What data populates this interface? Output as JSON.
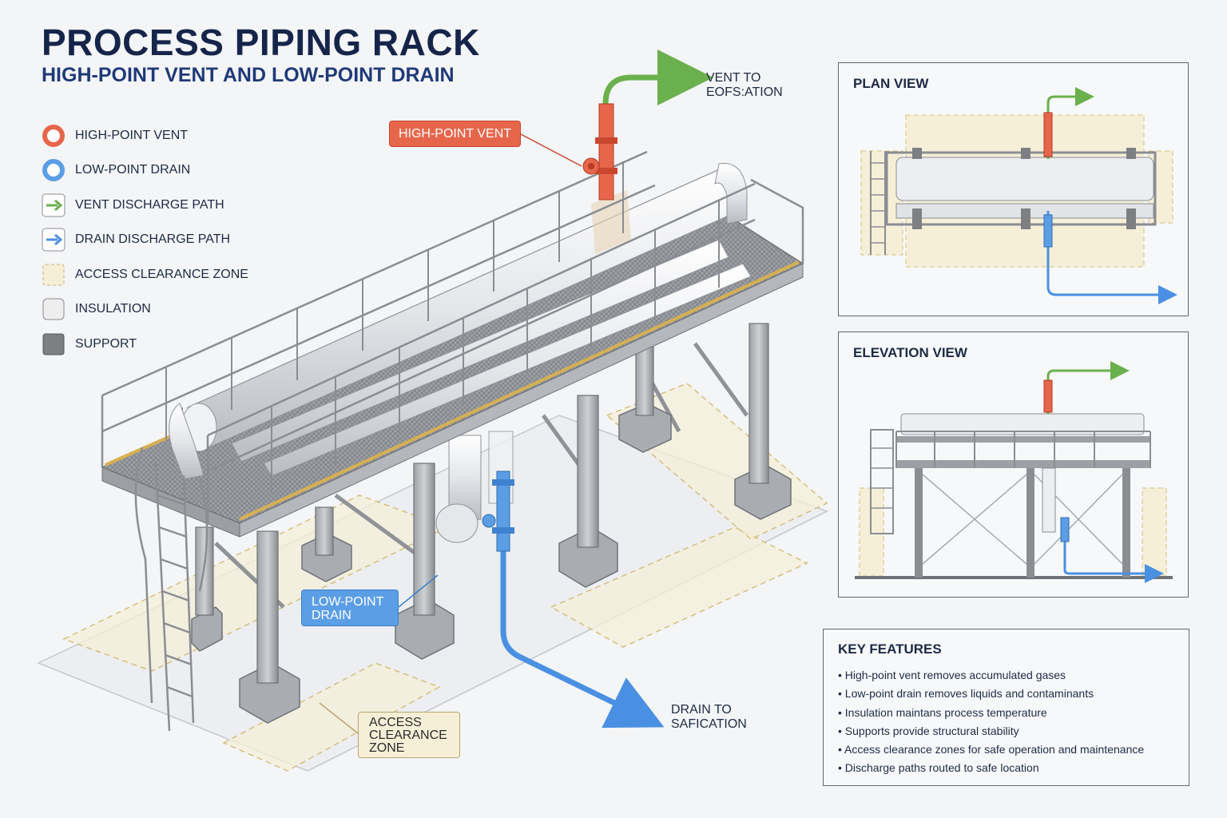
{
  "header": {
    "title": "PROCESS PIPING RACK",
    "subtitle": "HIGH-POINT VENT AND LOW-POINT DRAIN"
  },
  "legend": [
    {
      "label": "HIGH-POINT VENT",
      "icon": "red-ring-icon",
      "color": "#e6664c"
    },
    {
      "label": "LOW-POINT DRAIN",
      "icon": "blue-ring-icon",
      "color": "#5b9ee6"
    },
    {
      "label": "VENT DISCHARGE PATH",
      "icon": "green-arrow-icon",
      "color": "#6ab04c"
    },
    {
      "label": "DRAIN DISCHARGE PATH",
      "icon": "blue-arrow-icon",
      "color": "#4a90e2"
    },
    {
      "label": "ACCESS CLEARANCE ZONE",
      "icon": "dashed-zone-icon",
      "color": "#f6efd8"
    },
    {
      "label": "INSULATION",
      "icon": "insulation-swatch-icon",
      "color": "#eeeeee"
    },
    {
      "label": "SUPPORT",
      "icon": "support-swatch-icon",
      "color": "#7d7f83"
    }
  ],
  "callouts": {
    "high_point_vent": "HIGH-POINT VENT",
    "low_point_drain": "LOW-POINT DRAIN",
    "access_clearance": "ACCESS CLEARANCE ZONE"
  },
  "annotations": {
    "vent_to": "VENT TO EOFS:ATION",
    "drain_to": "DRAIN TO SAFICATION"
  },
  "plan_view": {
    "title": "PLAN VIEW"
  },
  "elevation_view": {
    "title": "ELEVATION VIEW"
  },
  "key_features": {
    "title": "KEY FEATURES",
    "items": [
      "High-point vent removes accumulated gases",
      "Low-point drain removes liquids and contaminants",
      "Insulation maintans process temperature",
      "Supports provide structural stability",
      "Access clearance zones for safe operation and maintenance",
      "Discharge paths routed to safe location"
    ]
  },
  "colors": {
    "vent": "#e6664c",
    "drain": "#5b9ee6",
    "vent_path": "#6ab04c",
    "drain_path": "#4a90e2",
    "zone": "#f6efd8",
    "steel": "#8a8d92"
  }
}
